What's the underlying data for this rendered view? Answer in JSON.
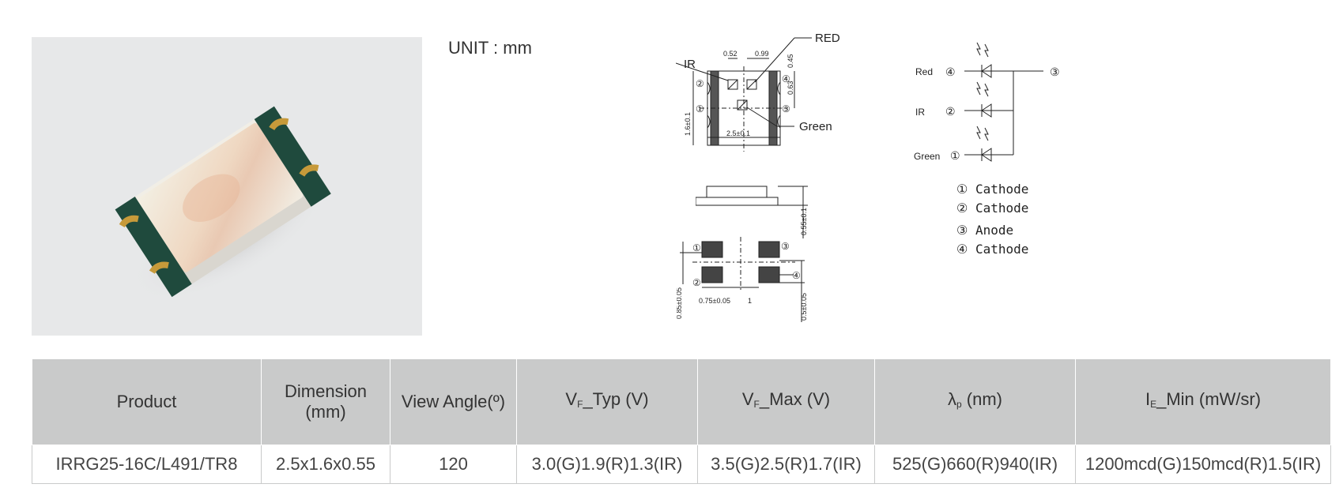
{
  "unit_label": "UNIT : mm",
  "top_view": {
    "dim_052": "0.52",
    "dim_099": "0.99",
    "dim_045": "0.45",
    "dim_063": "0.63",
    "dim_height": "1.6±0.1",
    "dim_width": "2.5±0.1",
    "label_ir": "IR",
    "label_red": "RED",
    "label_green": "Green",
    "pin_1": "①",
    "pin_2": "②",
    "pin_3": "③",
    "pin_4": "④"
  },
  "side_view": {
    "dim_thickness": "0.55±0.1"
  },
  "bottom_view": {
    "dim_085": "0.85±0.05",
    "dim_075": "0.75±0.05",
    "dim_1": "1",
    "dim_05": "0.5±0.05",
    "pin_1": "①",
    "pin_2": "②",
    "pin_3": "③",
    "pin_4": "④"
  },
  "schematic": {
    "red_label": "Red",
    "ir_label": "IR",
    "green_label": "Green",
    "pin_1": "①",
    "pin_2": "②",
    "pin_3": "③",
    "pin_4": "④",
    "light_arrows": "↘↘"
  },
  "pin_legend": [
    "① Cathode",
    "② Cathode",
    "③ Anode",
    "④ Cathode"
  ],
  "table": {
    "headers": {
      "product": "Product",
      "dimension_line1": "Dimension",
      "dimension_line2": "(mm)",
      "view_angle": "View Angle(º)",
      "vf_typ_pre": "V",
      "vf_typ_sub": "F",
      "vf_typ_post": "_Typ (V)",
      "vf_max_pre": "V",
      "vf_max_sub": "F",
      "vf_max_post": "_Max (V)",
      "lambda_pre": "λ",
      "lambda_sub": "p",
      "lambda_post": " (nm)",
      "ie_pre": "I",
      "ie_sub": "E",
      "ie_post": "_Min (mW/sr)"
    },
    "rows": [
      [
        "IRRG25-16C/L491/TR8",
        "2.5x1.6x0.55",
        "120",
        "3.0(G)1.9(R)1.3(IR)",
        "3.5(G)2.5(R)1.7(IR)",
        "525(G)660(R)940(IR)",
        "1200mcd(G)150mcd(R)1.5(IR)"
      ]
    ]
  }
}
